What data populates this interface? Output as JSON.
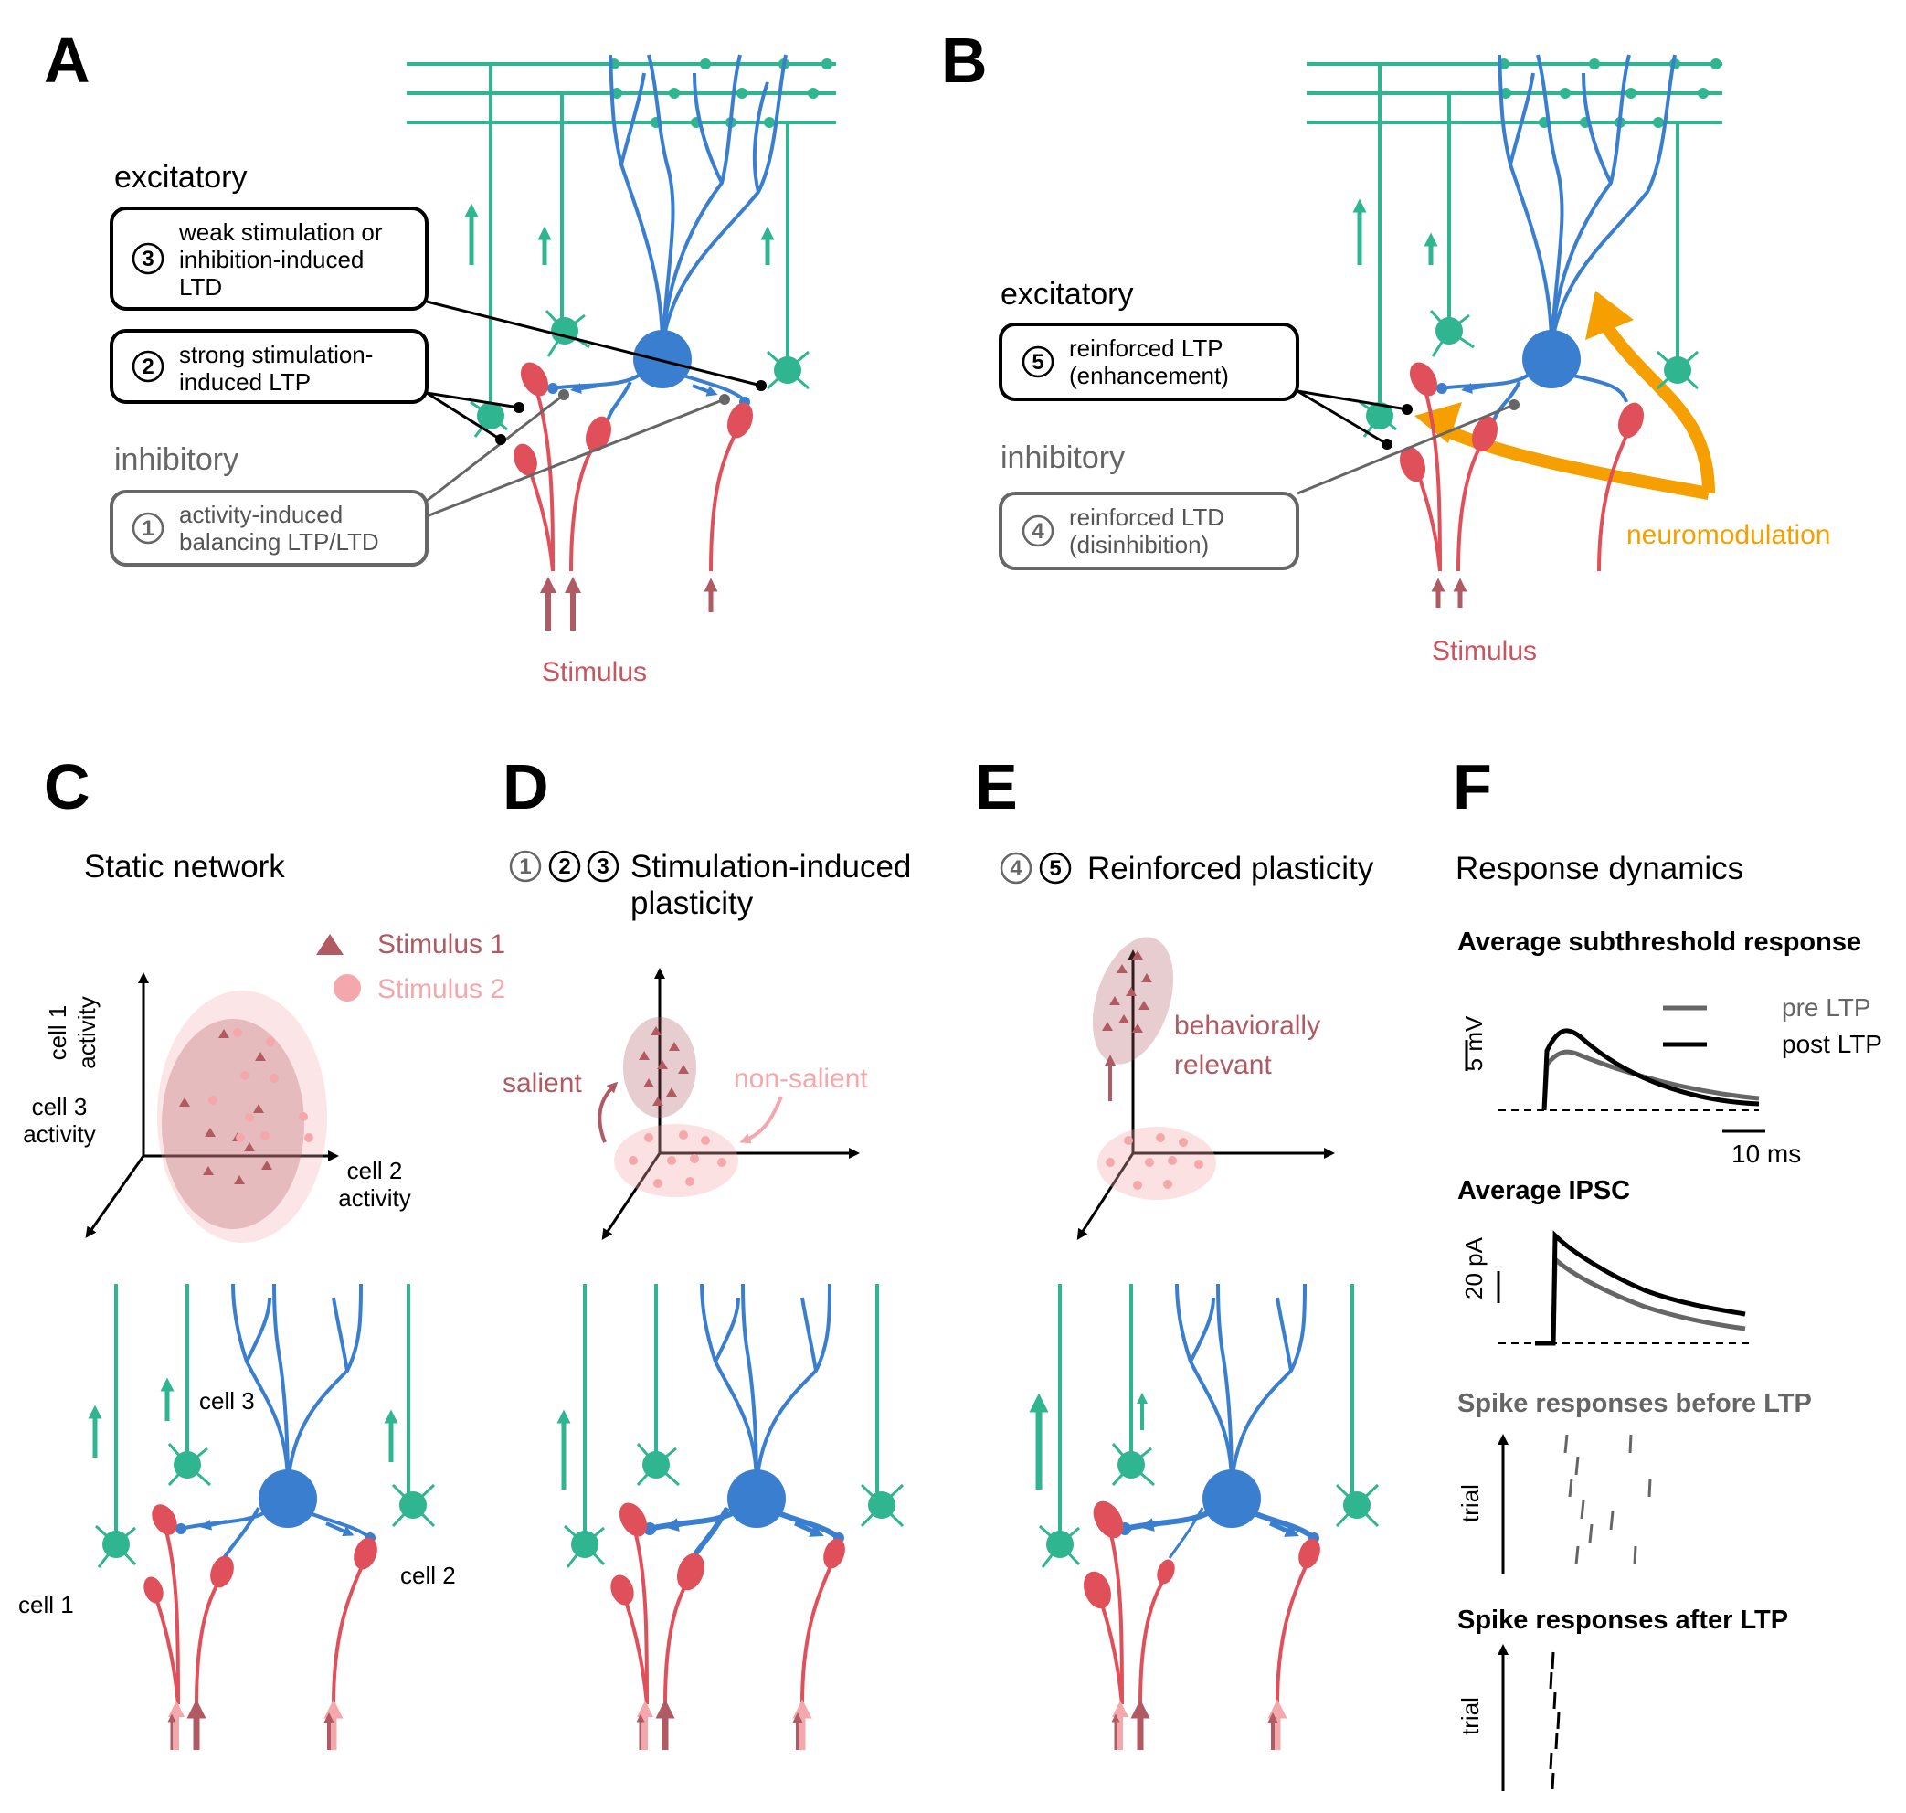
{
  "panels": {
    "A": {
      "label": "A",
      "excitatory": "excitatory",
      "inhibitory": "inhibitory",
      "box3_num": "3",
      "box3_l1": "weak stimulation or",
      "box3_l2": "inhibition-induced",
      "box3_l3": "LTD",
      "box2_num": "2",
      "box2_l1": "strong stimulation-",
      "box2_l2": "induced LTP",
      "box1_num": "1",
      "box1_l1": "activity-induced",
      "box1_l2": "balancing LTP/LTD",
      "stimulus": "Stimulus"
    },
    "B": {
      "label": "B",
      "excitatory": "excitatory",
      "inhibitory": "inhibitory",
      "box5_num": "5",
      "box5_l1": "reinforced LTP",
      "box5_l2": "(enhancement)",
      "box4_num": "4",
      "box4_l1": "reinforced LTD",
      "box4_l2": "(disinhibition)",
      "stimulus": "Stimulus",
      "neuromodulation": "neuromodulation"
    },
    "C": {
      "label": "C",
      "title": "Static network",
      "legend_s1": "Stimulus 1",
      "legend_s2": "Stimulus 2",
      "axis_cell1_l1": "cell 1",
      "axis_cell1_l2": "activity",
      "axis_cell3_l1": "cell 3",
      "axis_cell3_l2": "activity",
      "axis_cell2_l1": "cell 2",
      "axis_cell2_l2": "activity",
      "cell1": "cell 1",
      "cell2": "cell 2",
      "cell3": "cell 3"
    },
    "D": {
      "label": "D",
      "nums": [
        "1",
        "2",
        "3"
      ],
      "title_l1": "Stimulation-induced",
      "title_l2": "plasticity",
      "salient": "salient",
      "non_salient": "non-salient"
    },
    "E": {
      "label": "E",
      "nums": [
        "4",
        "5"
      ],
      "title": "Reinforced plasticity",
      "relevant_l1": "behaviorally",
      "relevant_l2": "relevant"
    },
    "F": {
      "label": "F",
      "title": "Response dynamics",
      "h_sub": "Average subthreshold response",
      "scale_mv": "5 mV",
      "legend_pre": "pre LTP",
      "legend_post": "post LTP",
      "scale_ms": "10 ms",
      "h_ipsc": "Average IPSC",
      "scale_pa": "20 pA",
      "h_before": "Spike responses before LTP",
      "h_after": "Spike responses after LTP",
      "trial": "trial"
    }
  },
  "colors": {
    "excitatory": "#2fb58f",
    "pyramidal": "#3a7fcf",
    "input": "#e0505a",
    "stimulus_dark": "#b05a63",
    "stimulus_light": "#f5a8ab",
    "neuromodulation": "#f5a000",
    "pre_ltp": "#666666",
    "post_ltp": "#000000"
  }
}
